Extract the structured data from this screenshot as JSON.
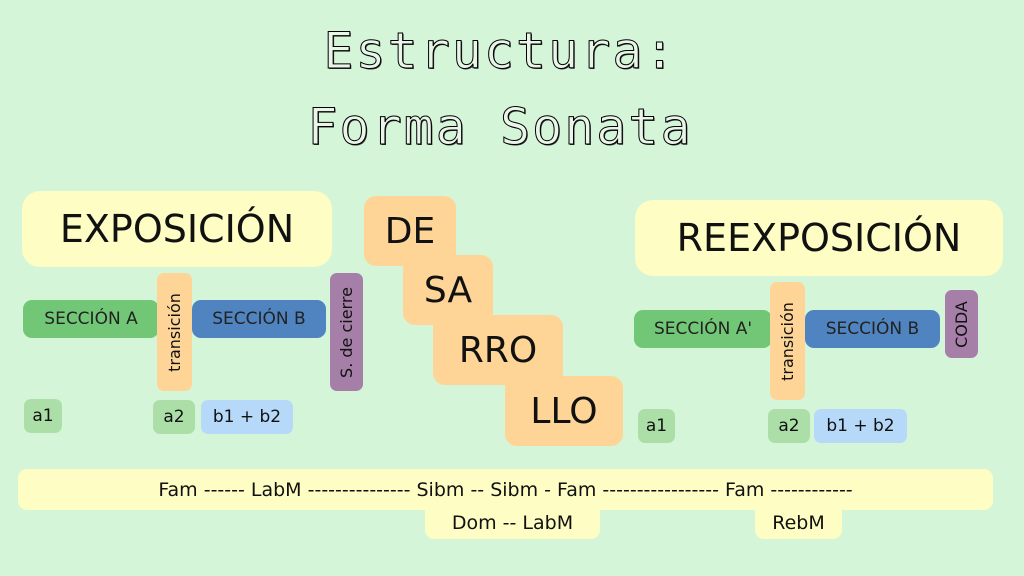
{
  "title": {
    "line1": "Estructura:",
    "line2": "Forma Sonata"
  },
  "exposicion": {
    "title": "EXPOSICIÓN",
    "seccion_a": "SECCIÓN A",
    "transicion": "transición",
    "seccion_b": "SECCIÓN B",
    "cierre": "S. de cierre",
    "a1": "a1",
    "a2": "a2",
    "b": "b1 + b2"
  },
  "desarrollo": [
    "DE",
    "SA",
    "RRO",
    "LLO"
  ],
  "reexposicion": {
    "title": "REEXPOSICIÓN",
    "seccion_a": "SECCIÓN A'",
    "transicion": "transición",
    "seccion_b": "SECCIÓN B",
    "coda": "CODA",
    "a1": "a1",
    "a2": "a2",
    "b": "b1 + b2"
  },
  "tonalidades": {
    "main": "Fam ------ LabM --------------- Sibm -- Sibm - Fam ----------------- Fam ------------",
    "desarrollo": "Dom -- LabM",
    "reexposicion": "RebM"
  }
}
